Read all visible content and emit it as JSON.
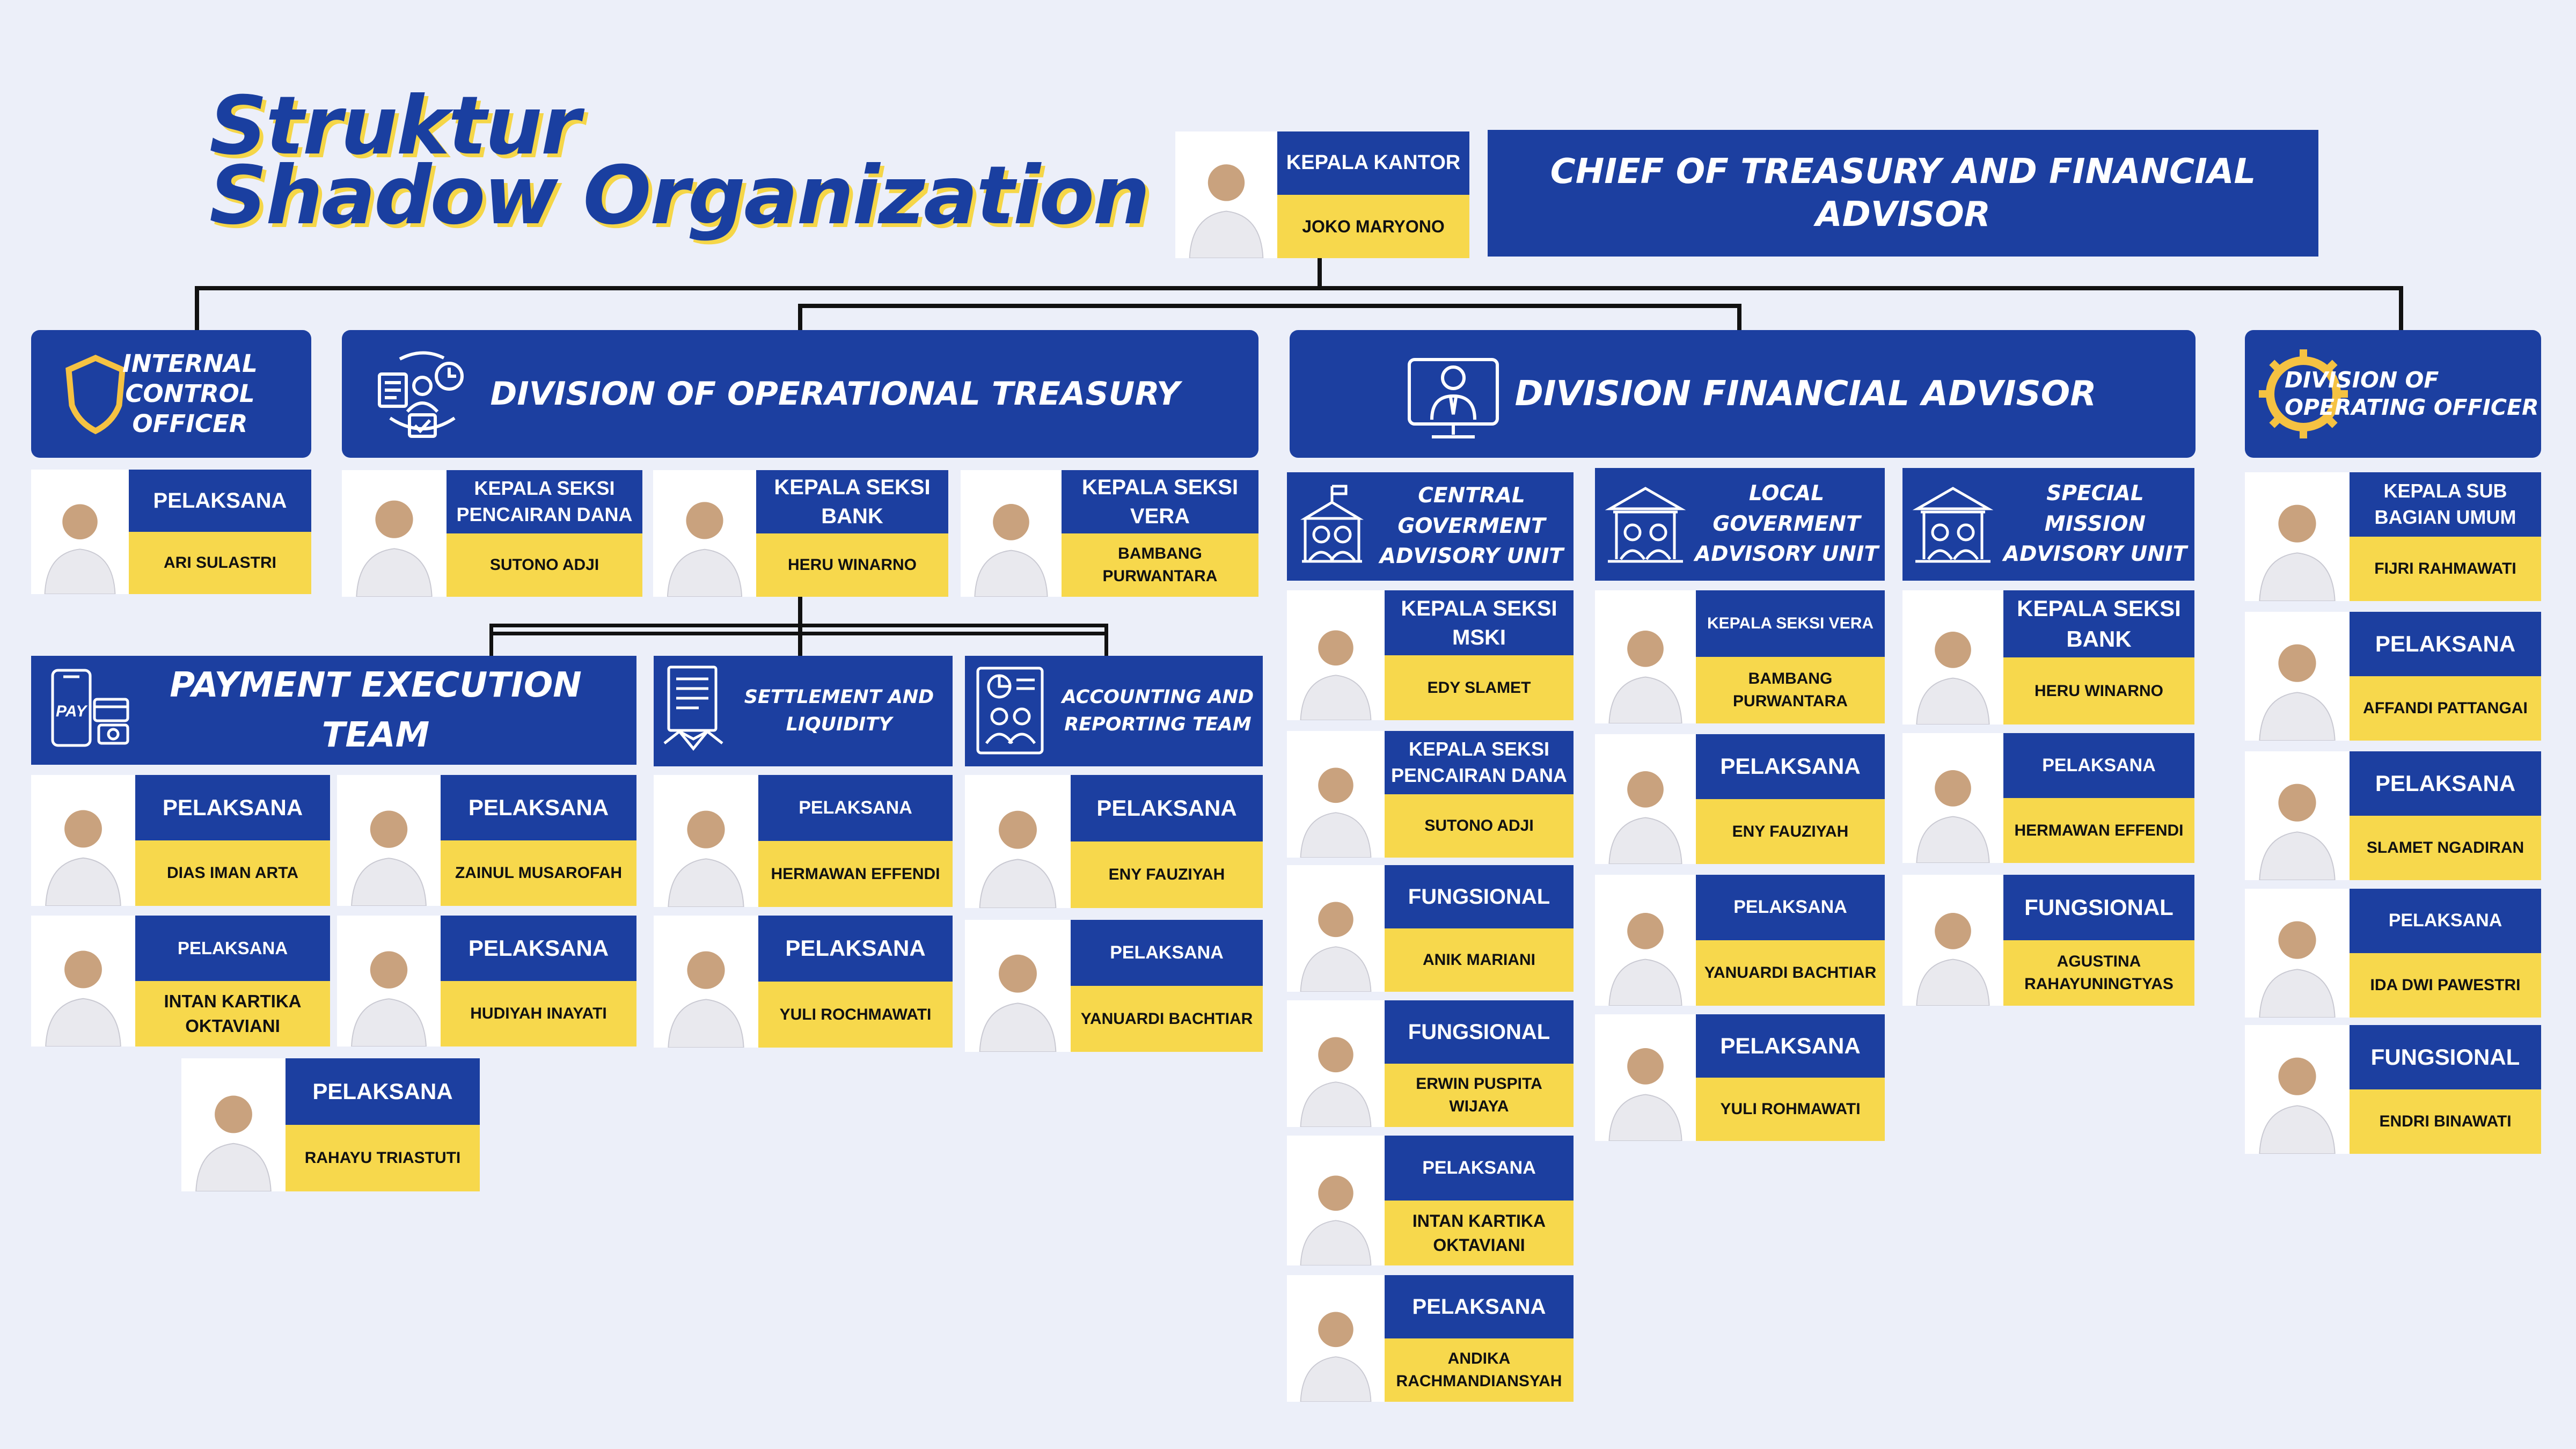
{
  "title": {
    "line1": "Struktur",
    "line2": "Shadow Organization"
  },
  "colors": {
    "background": "#eceff9",
    "primary_blue": "#1c3fa0",
    "accent_yellow": "#f7d84c",
    "title_shadow": "#f5d648"
  },
  "head": {
    "role": "KEPALA KANTOR",
    "name": "JOKO MARYONO",
    "banner": "CHIEF OF TREASURY AND FINANCIAL ADVISOR"
  },
  "divisions": {
    "internal_control": {
      "title": "INTERNAL CONTROL OFFICER",
      "icon": "shield-icon",
      "members": [
        {
          "role": "PELAKSANA",
          "name": "ARI SULASTRI"
        }
      ]
    },
    "operational_treasury": {
      "title": "DIVISION  OF OPERATIONAL TREASURY",
      "icon": "team-process-icon",
      "heads": [
        {
          "role": "KEPALA SEKSI PENCAIRAN DANA",
          "name": "SUTONO ADJI"
        },
        {
          "role": "KEPALA SEKSI BANK",
          "name": "HERU WINARNO"
        },
        {
          "role": "KEPALA SEKSI VERA",
          "name": "BAMBANG PURWANTARA"
        }
      ],
      "teams": {
        "payment": {
          "title": "PAYMENT EXECUTION TEAM",
          "icon": "payment-phone-icon",
          "icon_text": "PAY",
          "members": [
            {
              "role": "PELAKSANA",
              "name": "DIAS IMAN ARTA"
            },
            {
              "role": "PELAKSANA",
              "name": "ZAINUL MUSAROFAH"
            },
            {
              "role": "PELAKSANA",
              "name": "INTAN KARTIKA OKTAVIANI"
            },
            {
              "role": "PELAKSANA",
              "name": "HUDIYAH INAYATI"
            },
            {
              "role": "PELAKSANA",
              "name": "RAHAYU TRIASTUTI"
            }
          ]
        },
        "settlement": {
          "title": "SETTLEMENT AND LIQUIDITY",
          "icon": "handshake-contract-icon",
          "members": [
            {
              "role": "PELAKSANA",
              "name": "HERMAWAN EFFENDI"
            },
            {
              "role": "PELAKSANA",
              "name": "YULI ROCHMAWATI"
            }
          ]
        },
        "accounting": {
          "title": "ACCOUNTING AND REPORTING TEAM",
          "icon": "report-people-icon",
          "members": [
            {
              "role": "PELAKSANA",
              "name": "ENY FAUZIYAH"
            },
            {
              "role": "PELAKSANA",
              "name": "YANUARDI BACHTIAR"
            }
          ]
        }
      }
    },
    "financial_advisor": {
      "title": "DIVISION  FINANCIAL ADVISOR",
      "icon": "advisor-monitor-icon",
      "units": {
        "central": {
          "title": "CENTRAL GOVERMENT ADVISORY UNIT",
          "icon": "government-building-people-icon",
          "members": [
            {
              "role": "KEPALA SEKSI MSKI",
              "name": "EDY SLAMET"
            },
            {
              "role": "KEPALA SEKSI PENCAIRAN DANA",
              "name": "SUTONO ADJI"
            },
            {
              "role": "FUNGSIONAL",
              "name": "ANIK MARIANI"
            },
            {
              "role": "FUNGSIONAL",
              "name": "ERWIN PUSPITA WIJAYA"
            },
            {
              "role": "PELAKSANA",
              "name": "INTAN KARTIKA OKTAVIANI"
            },
            {
              "role": "PELAKSANA",
              "name": "ANDIKA RACHMANDIANSYAH"
            }
          ]
        },
        "local": {
          "title": "LOCAL GOVERMENT ADVISORY UNIT",
          "icon": "bank-building-people-icon",
          "members": [
            {
              "role": "KEPALA SEKSI VERA",
              "name": "BAMBANG PURWANTARA"
            },
            {
              "role": "PELAKSANA",
              "name": "ENY FAUZIYAH"
            },
            {
              "role": "PELAKSANA",
              "name": "YANUARDI BACHTIAR"
            },
            {
              "role": "PELAKSANA",
              "name": "YULI ROHMAWATI"
            }
          ]
        },
        "special": {
          "title": "SPECIAL MISSION ADVISORY UNIT",
          "icon": "bank-building-people-icon",
          "members": [
            {
              "role": "KEPALA SEKSI BANK",
              "name": "HERU WINARNO"
            },
            {
              "role": "PELAKSANA",
              "name": "HERMAWAN EFFENDI"
            },
            {
              "role": "FUNGSIONAL",
              "name": "AGUSTINA RAHAYUNINGTYAS"
            }
          ]
        }
      }
    },
    "operating_officer": {
      "title": "DIVISION OF OPERATING OFFICER",
      "icon": "gear-icon",
      "members": [
        {
          "role": "KEPALA SUB BAGIAN UMUM",
          "name": "FIJRI RAHMAWATI"
        },
        {
          "role": "PELAKSANA",
          "name": "AFFANDI PATTANGAI"
        },
        {
          "role": "PELAKSANA",
          "name": "SLAMET NGADIRAN"
        },
        {
          "role": "PELAKSANA",
          "name": "IDA DWI PAWESTRI"
        },
        {
          "role": "FUNGSIONAL",
          "name": "ENDRI BINAWATI"
        }
      ]
    }
  }
}
